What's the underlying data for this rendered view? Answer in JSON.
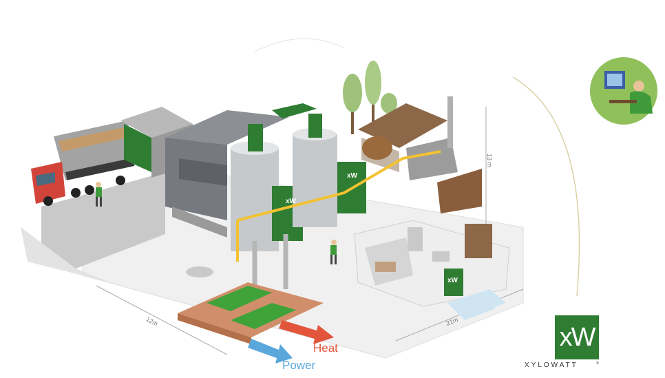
{
  "labels": {
    "heat": "Heat",
    "power": "Power"
  },
  "dimensions": {
    "length": "12m",
    "height": "13 m",
    "width": "21m"
  },
  "logo": {
    "mark": "xW",
    "wordmark": "XYLOWATT",
    "registered": "®"
  },
  "colors": {
    "brand_green": "#2f7d33",
    "heat_arrow": "#e2553b",
    "power_arrow": "#5aa7dc",
    "pipe_yellow": "#f2c230",
    "silo_grey": "#8c9095"
  }
}
